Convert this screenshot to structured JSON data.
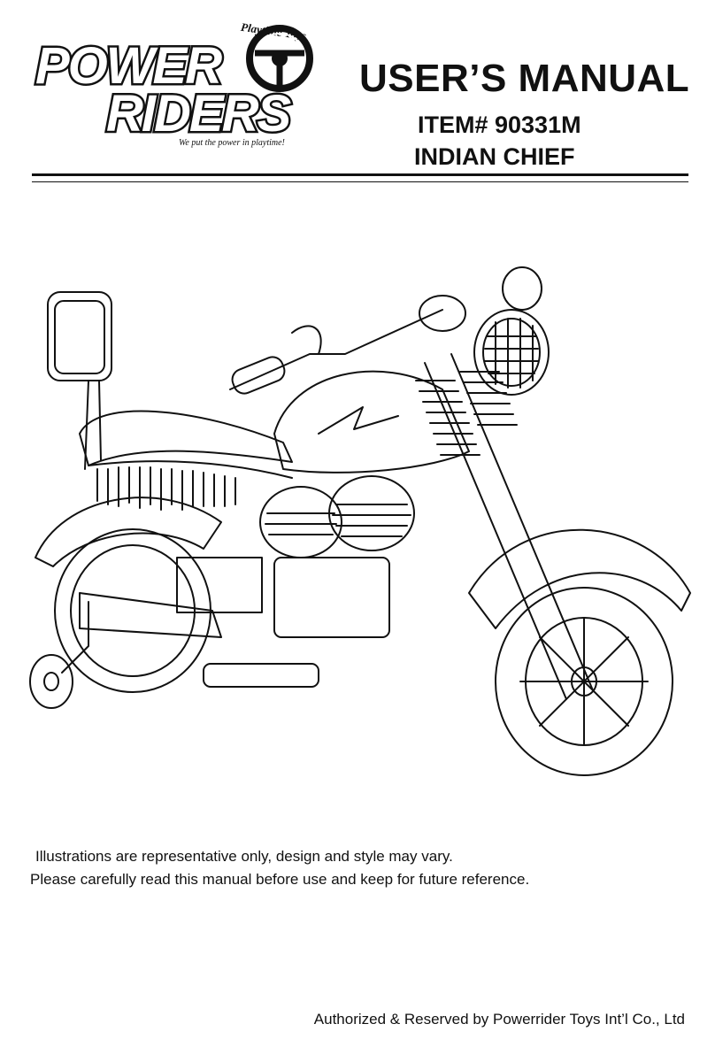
{
  "header": {
    "logo": {
      "brand_top": "POWER",
      "brand_bottom": "RIDERS",
      "maker": "Playtime Toys",
      "slogan": "We put the power in playtime!"
    },
    "manual_title": "USER’S MANUAL",
    "item_number": "ITEM#  90331M",
    "model_name": "INDIAN CHIEF"
  },
  "illustration": {
    "icon": "motorcycle-ride-on-line-drawing"
  },
  "notes": {
    "disclaimer": "Illustrations are representative only, design and style may vary.",
    "instructions": "Please carefully read this manual before use and keep for future reference."
  },
  "footer": {
    "copyright": "Authorized & Reserved by Powerrider Toys Int’l Co., Ltd"
  }
}
